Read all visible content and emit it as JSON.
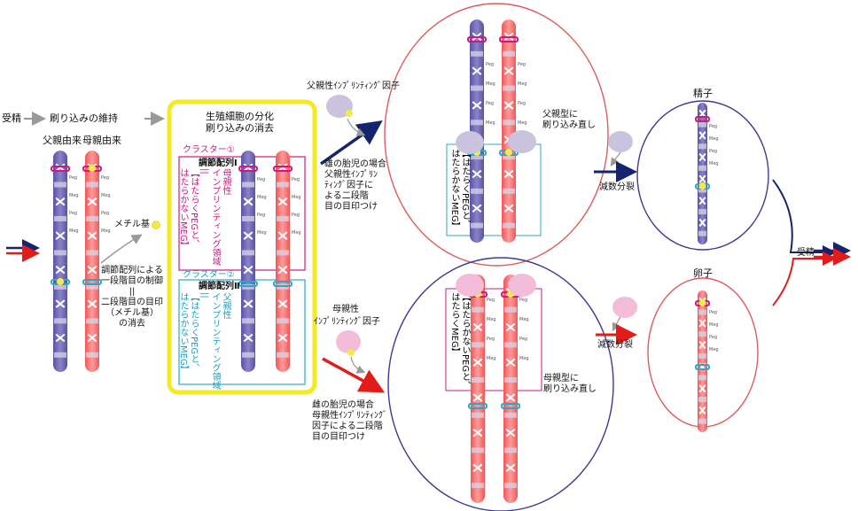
{
  "top_flow": {
    "fertilization": "受精",
    "maintain": "刷り込みの維持"
  },
  "origin": {
    "paternal": "父親由来",
    "maternal": "母親由来"
  },
  "methyl_group": "メチル基",
  "left_note": [
    "調節配列による",
    "一段階目の制御",
    "||",
    "二段階目の目印",
    "（メチル基）",
    "の消去"
  ],
  "germ_box": {
    "title_line1": "生殖細胞の分化",
    "title_line2": "刷り込みの消去",
    "cluster1": "クラスター①",
    "cluster2": "クラスター②",
    "reg1": "調節配列Ⅰ",
    "reg2": "調節配列Ⅱ",
    "cluster1_text": [
      "母親性",
      "インプリンティング領域",
      "||",
      "【はたらくPEGと、",
      "はたらかないMEG】"
    ],
    "cluster2_text": [
      "父親性",
      "インプリンティング領域",
      "||",
      "【はたらくPEGと、",
      "はたらかないMEG】"
    ]
  },
  "paternal_path": {
    "factor": "父親性ｲﾝﾌﾟﾘﾝﾃｨﾝｸﾞ因子",
    "note": [
      "雄の胎児の場合",
      "父親性ｲﾝﾌﾟﾘﾝ",
      "ﾃｨﾝｸﾞ因子に",
      "よる二段階",
      "目の目印つけ"
    ],
    "reimprint": [
      "父親型に",
      "刷り込み直し"
    ],
    "box_text": [
      "【はたらくPEGと、",
      "はたらかないMEG】"
    ]
  },
  "maternal_path": {
    "factor_line1": "母親性",
    "factor_line2": "ｲﾝﾌﾟﾘﾝﾃｨﾝｸﾞ因子",
    "note": [
      "雌の胎児の場合",
      "母親性ｲﾝﾌﾟﾘﾝﾃｨﾝｸﾞ",
      "因子による二段階",
      "目の目印つけ"
    ],
    "reimprint": [
      "母親型に",
      "刷り込み直し"
    ],
    "box_text": [
      "【はたらかないPEGと、",
      "はたらくMEG】"
    ]
  },
  "gametes": {
    "sperm": "精子",
    "egg": "卵子",
    "meiosis": "減数分裂",
    "fertilization": "受精"
  },
  "gene_labels": {
    "peg": "Peg",
    "meg": "Meg"
  },
  "colors": {
    "paternal_chrom": "#6c63b0",
    "maternal_chrom": "#f06a6a",
    "pink_marker": "#d0177f",
    "cyan_marker": "#2aa6c8",
    "yellow": "#f5e94a",
    "navy_arrow": "#14246e",
    "red_arrow": "#e21b1b",
    "factor_lilac": "#c9c3dd",
    "factor_pink": "#f3bcd8"
  }
}
